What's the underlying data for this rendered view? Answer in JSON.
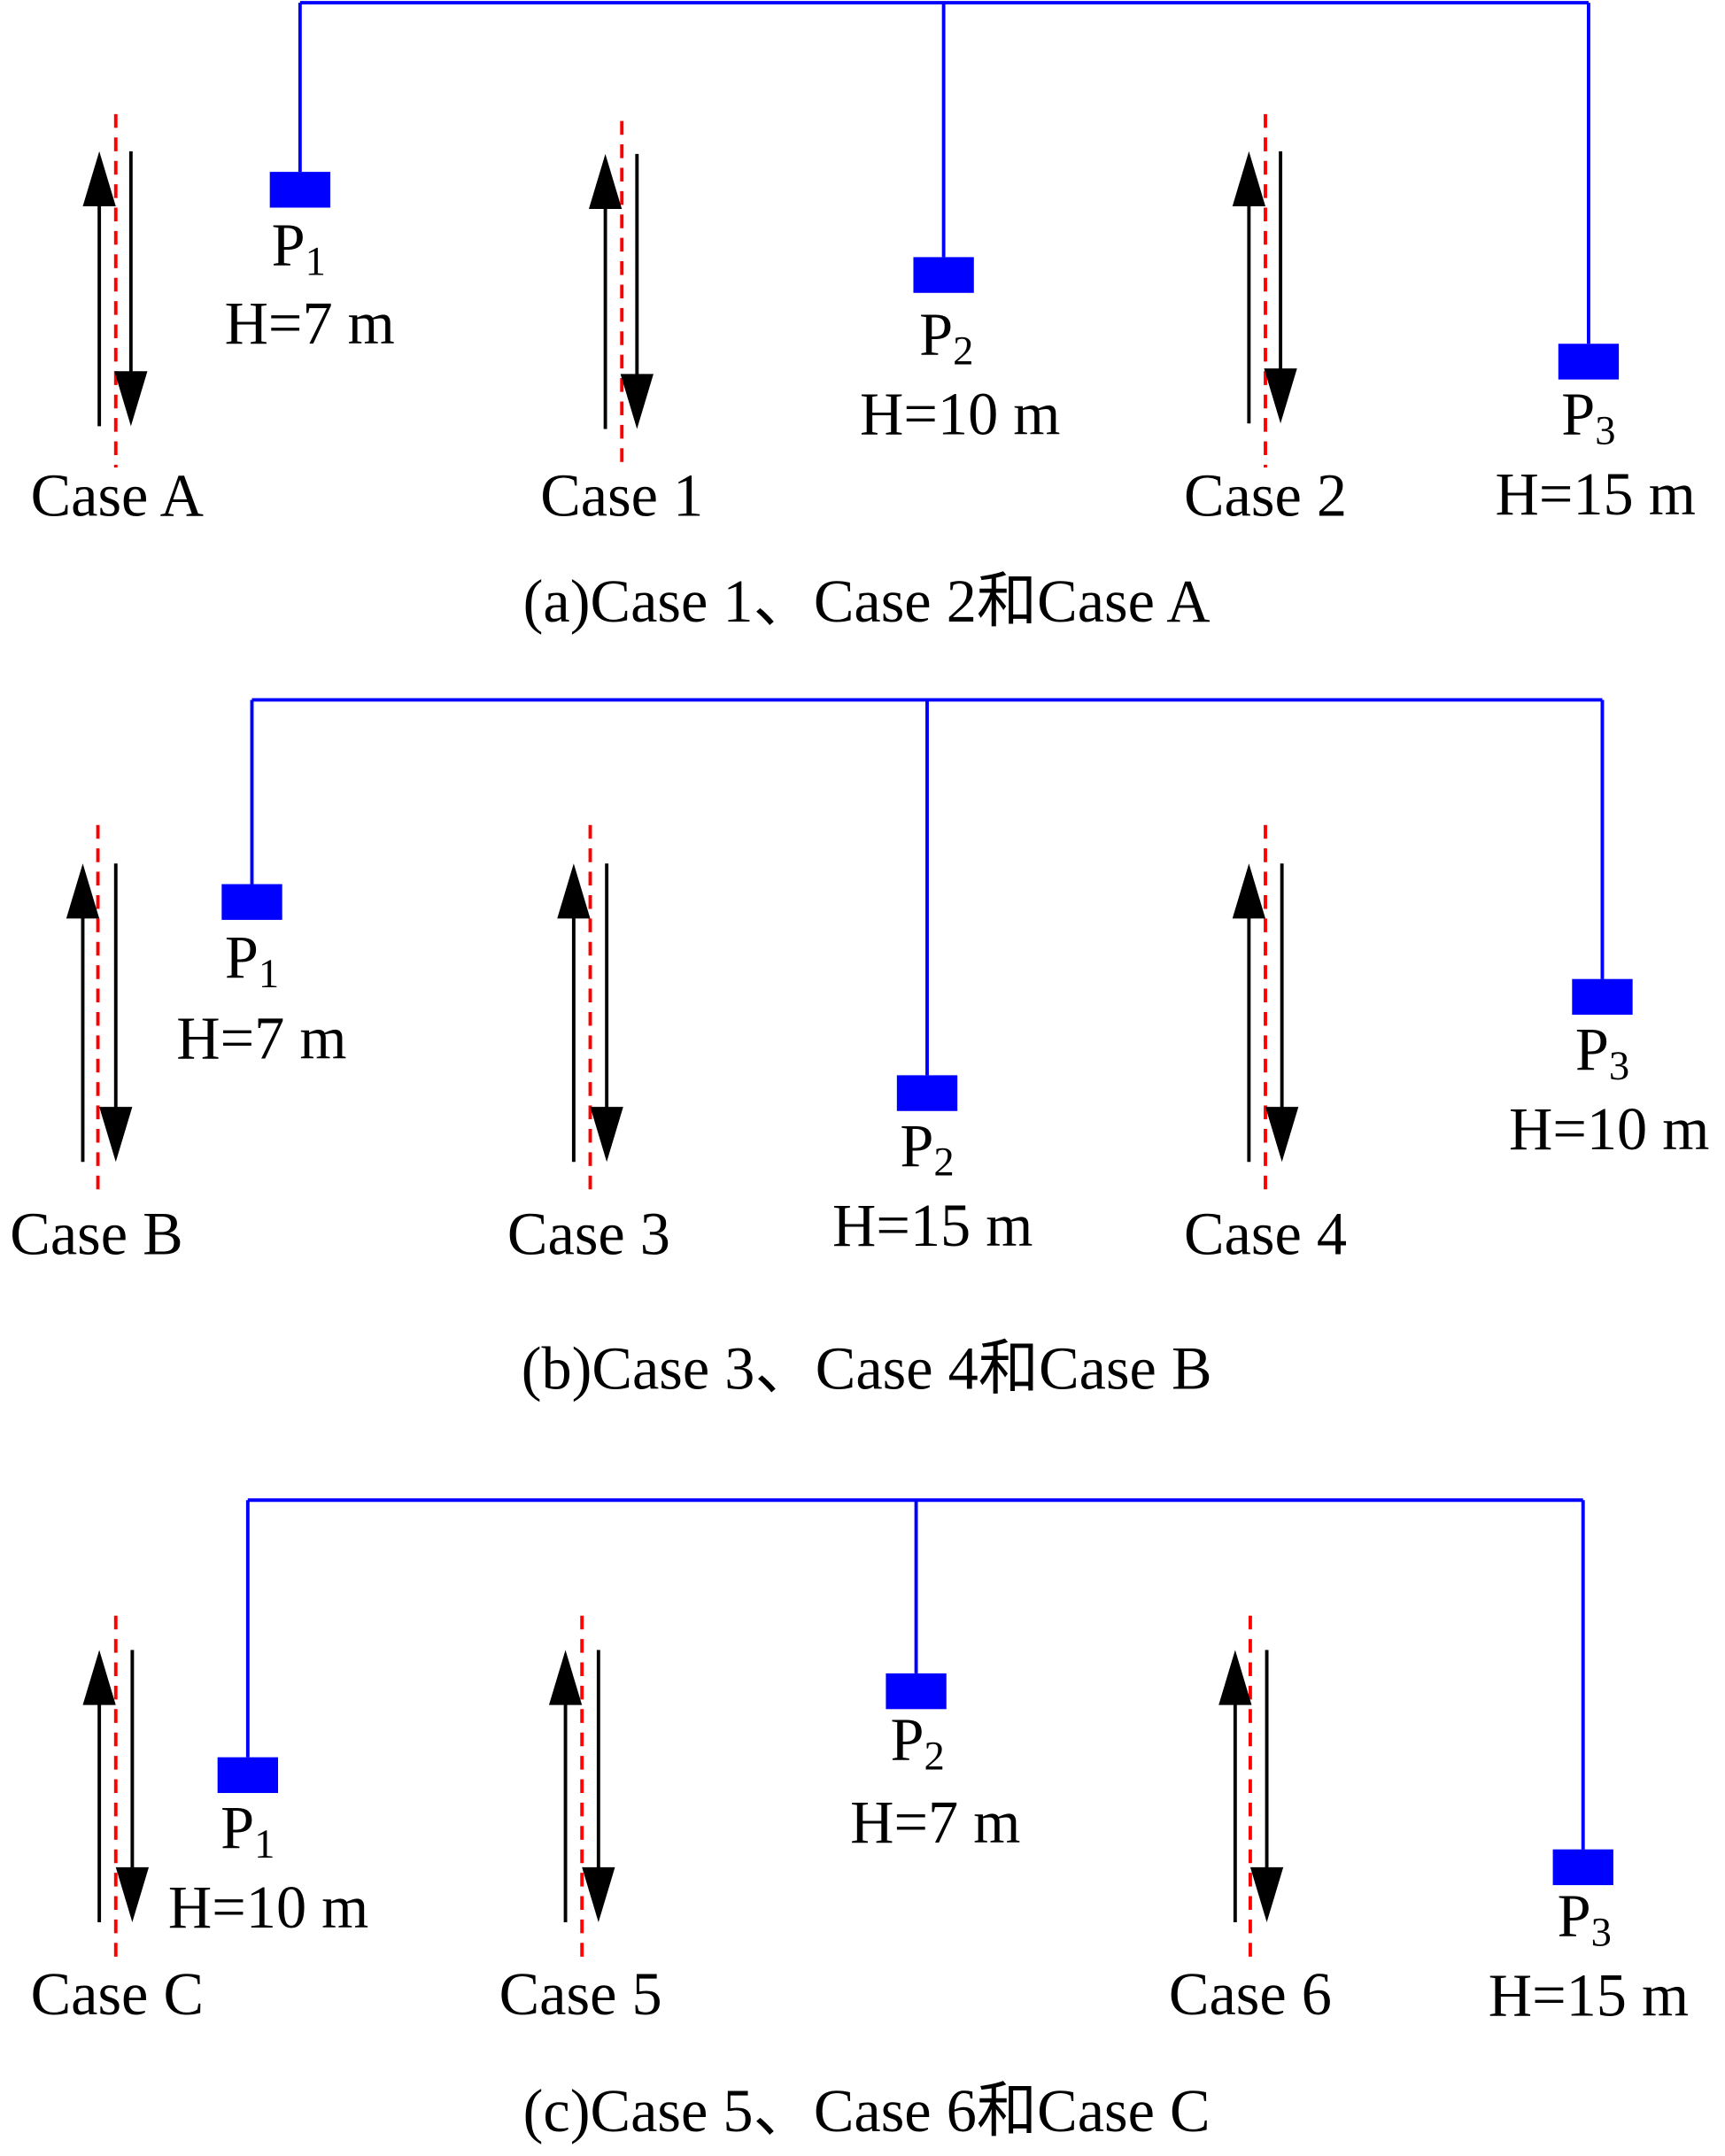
{
  "colors": {
    "line": "#0000ff",
    "box": "#0000ff",
    "arrow": "#000000",
    "centerline": "#ff0000"
  },
  "panels": [
    {
      "caption": "(a)Case 1、Case 2和Case A",
      "cases": [
        {
          "label": "Case A"
        },
        {
          "label": "Case 1"
        },
        {
          "label": "Case 2"
        }
      ],
      "points": [
        {
          "name": "P",
          "index": "1",
          "height": "H=7 m"
        },
        {
          "name": "P",
          "index": "2",
          "height": "H=10 m"
        },
        {
          "name": "P",
          "index": "3",
          "height": "H=15 m"
        }
      ]
    },
    {
      "caption": "(b)Case 3、Case 4和Case B",
      "cases": [
        {
          "label": "Case B"
        },
        {
          "label": "Case 3"
        },
        {
          "label": "Case 4"
        }
      ],
      "points": [
        {
          "name": "P",
          "index": "1",
          "height": "H=7 m"
        },
        {
          "name": "P",
          "index": "2",
          "height": "H=15 m"
        },
        {
          "name": "P",
          "index": "3",
          "height": "H=10 m"
        }
      ]
    },
    {
      "caption": "(c)Case 5、Case 6和Case C",
      "cases": [
        {
          "label": "Case C"
        },
        {
          "label": "Case 5"
        },
        {
          "label": "Case 6"
        }
      ],
      "points": [
        {
          "name": "P",
          "index": "1",
          "height": "H=10 m"
        },
        {
          "name": "P",
          "index": "2",
          "height": "H=7 m"
        },
        {
          "name": "P",
          "index": "3",
          "height": "H=15 m"
        }
      ]
    }
  ]
}
